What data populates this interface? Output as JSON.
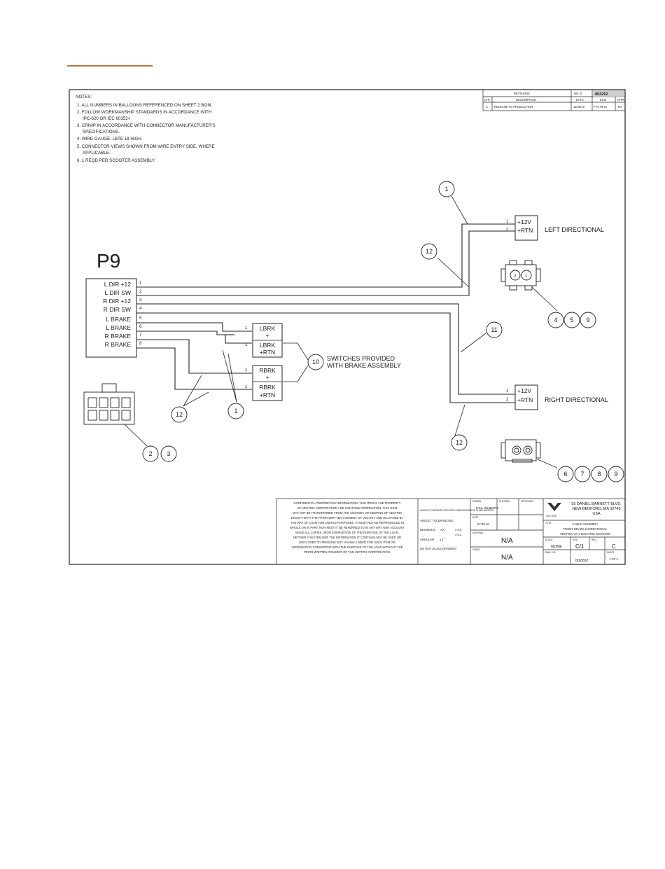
{
  "notes": {
    "title": "NOTES:",
    "lines": [
      "1. ALL NUMBERS IN BALLOONS REFERENCED ON SHEET 2 BOM.",
      "2. FOLLOW WORKMANSHIP STANDARDS IN ACCORDANCE WITH",
      "IPC-620 OR IEC 60352-I",
      "3. CRIMP IN ACCORDANCE WITH CONNECTOR MANUFACTURER'S",
      "SPECIFICATIONS.",
      "4. WIRE GAUGE: LBTE 18 HIGH.",
      "5. CONNECTOR VIEWS SHOWN FROM WIRE ENTRY SIDE, WHERE",
      "APPLICABLE.",
      "6. 1 REQD PER SCOOTER ASSEMBLY."
    ]
  },
  "revision_block": {
    "header": "REVISIONS",
    "doc_label": "NO. D",
    "doc_number": "002262",
    "col_ltr": "LTR",
    "col_desc": "DESCRIPTION",
    "col_date": "DATE",
    "col_ecn": "ECN",
    "col_appr": "APPR",
    "row_ltr": "C",
    "row_desc": "RELEASE TO PRODUCTION",
    "row_date": "11/26/10",
    "row_ecn": "PTS 96 IS",
    "row_appr": "RJ"
  },
  "p9": {
    "name": "P9",
    "pins": [
      {
        "num": "1",
        "label": "L DIR +12"
      },
      {
        "num": "2",
        "label": "L DIR SW"
      },
      {
        "num": "3",
        "label": "R DIR +12"
      },
      {
        "num": "4",
        "label": "R DIR SW"
      },
      {
        "num": "5",
        "label": "L BRAKE"
      },
      {
        "num": "6",
        "label": "L BRAKE"
      },
      {
        "num": "7",
        "label": "R BRAKE"
      },
      {
        "num": "8",
        "label": "R BRAKE"
      }
    ]
  },
  "left_directional": {
    "label": "LEFT DIRECTIONAL",
    "pin1": "1",
    "pin2": "2",
    "sig1": "+12V",
    "sig2": "+RTN"
  },
  "right_directional": {
    "label": "RIGHT DIRECTIONAL",
    "pin1": "1",
    "pin2": "2",
    "sig1": "+12V",
    "sig2": "+RTN"
  },
  "lbrk": {
    "top": "LBRK",
    "plus": "+",
    "bottom": "LBRK",
    "rtn": "+RTN",
    "pin": "1"
  },
  "rbrk": {
    "top": "RBRK",
    "plus": "+",
    "bottom": "RBRK",
    "rtn": "+RTN",
    "pin": "1"
  },
  "switches_note": {
    "line1": "SWITCHES PROVIDED",
    "line2": "WITH BRAKE ASSEMBLY"
  },
  "connector_cavities": {
    "left": "2",
    "right": "1"
  },
  "balloons": {
    "b1_top": "1",
    "b12_top": "12",
    "b4": "4",
    "b5": "5",
    "b9a": "9",
    "b11": "11",
    "b10": "10",
    "b12_left": "12",
    "b1_left": "1",
    "b2": "2",
    "b3": "3",
    "b12_bottom": "12",
    "b6": "6",
    "b7": "7",
    "b8": "8",
    "b9b": "9"
  },
  "title_block": {
    "confidential": [
      "CONFIDENTIAL PROPRIETARY INFORMATION. THIS ITEM IS THE PROPERTY",
      "OF VECTRIX CORPORATION AND CONTAINS INFORMATION. THIS ITEM",
      "MAY NOT BE TRANSFERRED FROM THE CUSTODY OR KEEPING OF VECTRIX",
      "EXCEPT WITH THE PRIOR WRITTEN CONSENT OF VECTRIX AND IS LOANED BY",
      "THE WAY OF LOAN FOR LIMITED PURPOSES. IT MUST NOT BE REPRODUCED IN",
      "WHOLE OR IN PART, NOR MUST IT BE REFERRED TO IN ANY WAY NOR ACCOUNT",
      "MADE ALL COPIES UPON COMPLETION OF THE PURPOSE OF THE LOAN.",
      "NEITHER THIS ITEM NOR THE INFORMATION IT CONTAINS MAY BE USED OR",
      "DISCLOSED TO PERSONS NOT HAVING A NEED FOR SUCH ITEM OR",
      "INFORMATION CONSISTENT WITH THE PURPOSE OF THE LOAN WITHOUT THE",
      "PRIOR WRITTEN CONSENT OF THE VECTRIX CORPORATION."
    ],
    "dims_label": "UNLESS OTHERWISE SPECIFIED DIMENSIONS ARE IN MILLIMETERS",
    "angles_label": "ANGLE / TOLERANCING",
    "tol_label": "DECIMALS",
    "tol_x": ".XX",
    "tol_x_val": "± 0.5",
    "tol_xx_val": "± 0.2",
    "angular_label": "ANGULAR",
    "angular_val": "± 1°",
    "do_not_scale": "DO NOT SCALE DRAWING",
    "drawn_label": "DRAWN",
    "drawn_by": "PAUL GILBERTS",
    "checked_label": "CHECKED",
    "approved_label": "APPROVED",
    "date_label": "DATE",
    "date_val": "07-09-10",
    "material_label": "MATERIAL",
    "material_val": "N/A",
    "finish_label": "FINISH",
    "finish_val": "N/A",
    "company_addr1": "55 DANIEL BARNETT BLVD.",
    "company_addr2": "NEW BEDFORD, MA 02745",
    "company_addr3": "USA",
    "company_logo": "VECTRIX",
    "title_label": "TITLE",
    "title1": "CABLE ASSEMBLY",
    "title2": "FRONT BRAKE & DIRECTIONAL",
    "title3": "VECTRIX VX-1 ELECTRIC SCOOTER",
    "scale_label": "SCALE",
    "scale_val": "NONE",
    "size_label": "SIZE",
    "size_val": "C/1",
    "rev_label": "REV",
    "rev_val": "C",
    "dwg_label": "DWG. NO.",
    "dwg_val": "002262",
    "sheet_label": "SHEET",
    "sheet_val": "1 OF 2"
  }
}
